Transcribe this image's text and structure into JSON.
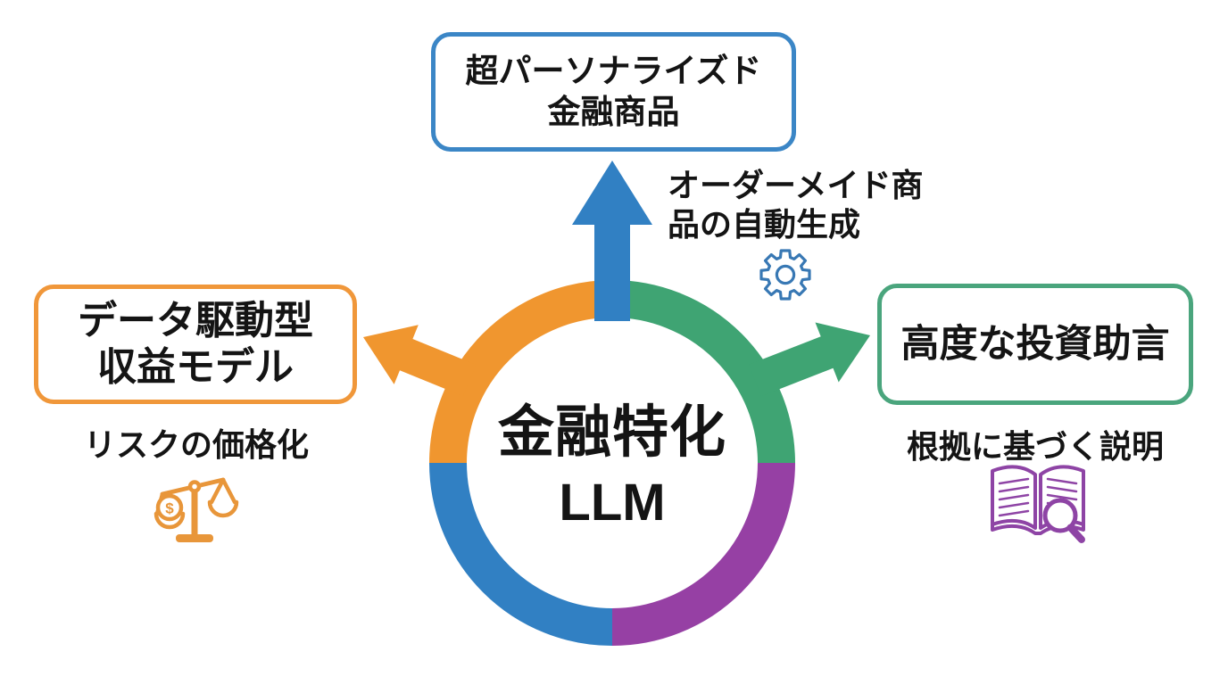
{
  "diagram": {
    "background": "#ffffff",
    "text_color": "#141414",
    "center": {
      "line1": "金融特化",
      "line2": "LLM"
    },
    "ring_colors": {
      "top_left": "#f0962f",
      "top_right": "#3fa473",
      "bottom_right": "#9640a4",
      "bottom_left": "#3180c3"
    },
    "top_node": {
      "box_line1": "超パーソナライズド",
      "box_line2": "金融商品",
      "caption_line1": "オーダーメイド商",
      "caption_line2": "品の自動生成",
      "box_border_color": "#3b86c6",
      "icon": "gear-icon",
      "icon_color": "#3878b4"
    },
    "left_node": {
      "box_line1": "データ駆動型",
      "box_line2": "収益モデル",
      "caption": "リスクの価格化",
      "box_border_color": "#f0973a",
      "icon": "balance-scale-icon",
      "icon_color": "#e8963a",
      "coin_symbol": "$"
    },
    "right_node": {
      "box_line1": "高度な投資助言",
      "caption": "根拠に基づく説明",
      "box_border_color": "#4aa57d",
      "icon": "book-magnifier-icon",
      "icon_color": "#8e44a5"
    }
  }
}
